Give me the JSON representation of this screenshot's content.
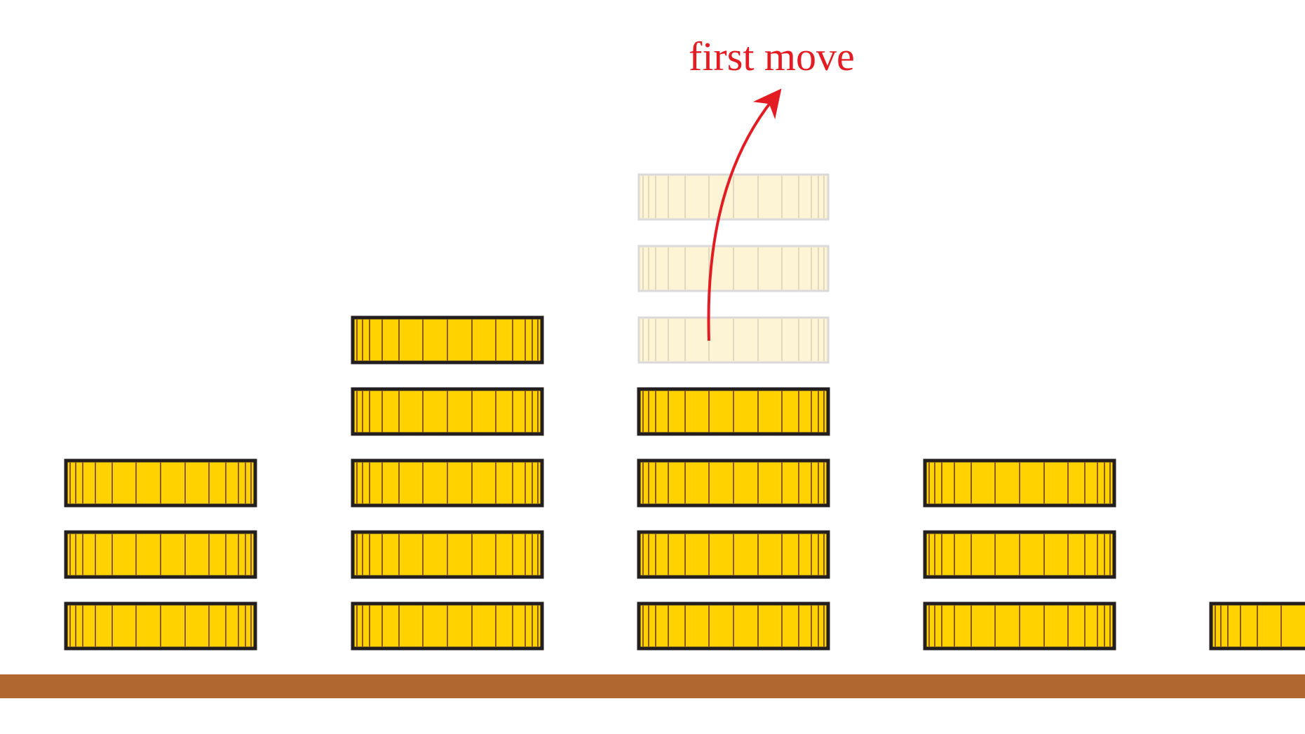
{
  "annotation": {
    "label": "first move",
    "color": "#e31b23"
  },
  "colors": {
    "coin_fill": "#ffd200",
    "coin_border": "#231f20",
    "coin_ridge": "#8a5a2b",
    "ghost_fill": "#fdf4d6",
    "ghost_border": "#d9d9d9",
    "ghost_ridge": "#e2d8bd",
    "ground": "#b06830",
    "background": "#ffffff"
  },
  "stacks": [
    {
      "coins": 3,
      "ghost_coins": 0
    },
    {
      "coins": 5,
      "ghost_coins": 0
    },
    {
      "coins": 4,
      "ghost_coins": 3
    },
    {
      "coins": 3,
      "ghost_coins": 0
    },
    {
      "coins": 1,
      "ghost_coins": 0
    }
  ]
}
